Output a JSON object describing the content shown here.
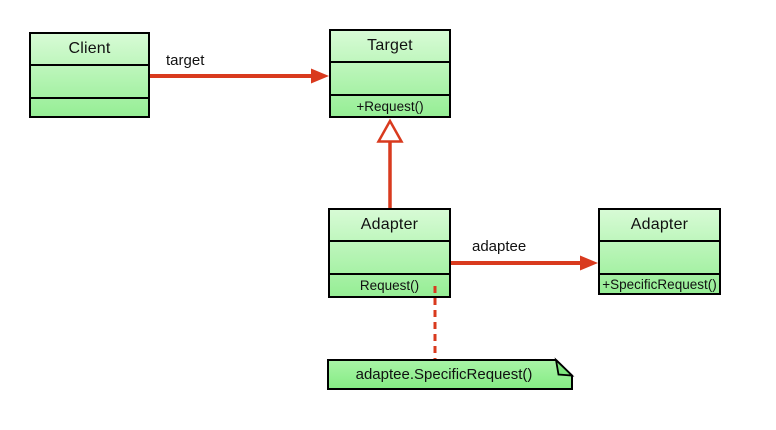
{
  "colors": {
    "connector": "#d93a1e",
    "border": "#000000",
    "class_fill_top": "#d7fbd5",
    "class_fill_bottom": "#96ee95",
    "note_fill_top": "#a9f4a7",
    "note_fill_bottom": "#85ec84",
    "note_fold": "#7de57d",
    "text": "#111111",
    "background": "#ffffff"
  },
  "classes": [
    {
      "name": "Client",
      "attributes": "",
      "methods": ""
    },
    {
      "name": "Target",
      "attributes": "",
      "methods": "+Request()"
    },
    {
      "name": "Adapter",
      "attributes": "",
      "methods": "Request()"
    },
    {
      "name": "Adapter",
      "attributes": "",
      "methods": "+SpecificRequest()"
    }
  ],
  "edges": {
    "target_label": "target",
    "adaptee_label": "adaptee"
  },
  "note": {
    "text": "adaptee.SpecificRequest()"
  }
}
